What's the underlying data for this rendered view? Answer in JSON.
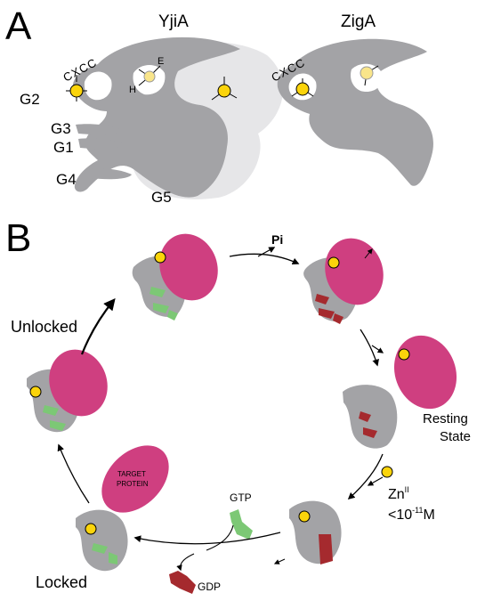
{
  "panel_a": {
    "letter": "A",
    "proteins": [
      "YjiA",
      "ZigA"
    ],
    "motif": "CXCC",
    "residues": [
      "E",
      "H"
    ],
    "g_motifs": [
      "G2",
      "G3",
      "G1",
      "G4",
      "G5"
    ]
  },
  "panel_b": {
    "letter": "B",
    "pi": "Pi",
    "states": [
      "Unlocked",
      "Resting",
      "State",
      "Locked"
    ],
    "target": [
      "TARGET",
      "PROTEIN"
    ],
    "nucleotides": [
      "GTP",
      "GDP"
    ],
    "zinc": {
      "base": "Zn",
      "sup": "II",
      "conc": "<10",
      "exp": "-11",
      "unit": "M"
    }
  },
  "colors": {
    "protein_gray": "#a3a3a6",
    "light_gray": "#e6e6e8",
    "zinc_yellow": "#fbd40b",
    "light_yellow": "#f9e58a",
    "magenta": "#cf3f80",
    "green": "#7cc875",
    "red": "#a52a2e"
  }
}
